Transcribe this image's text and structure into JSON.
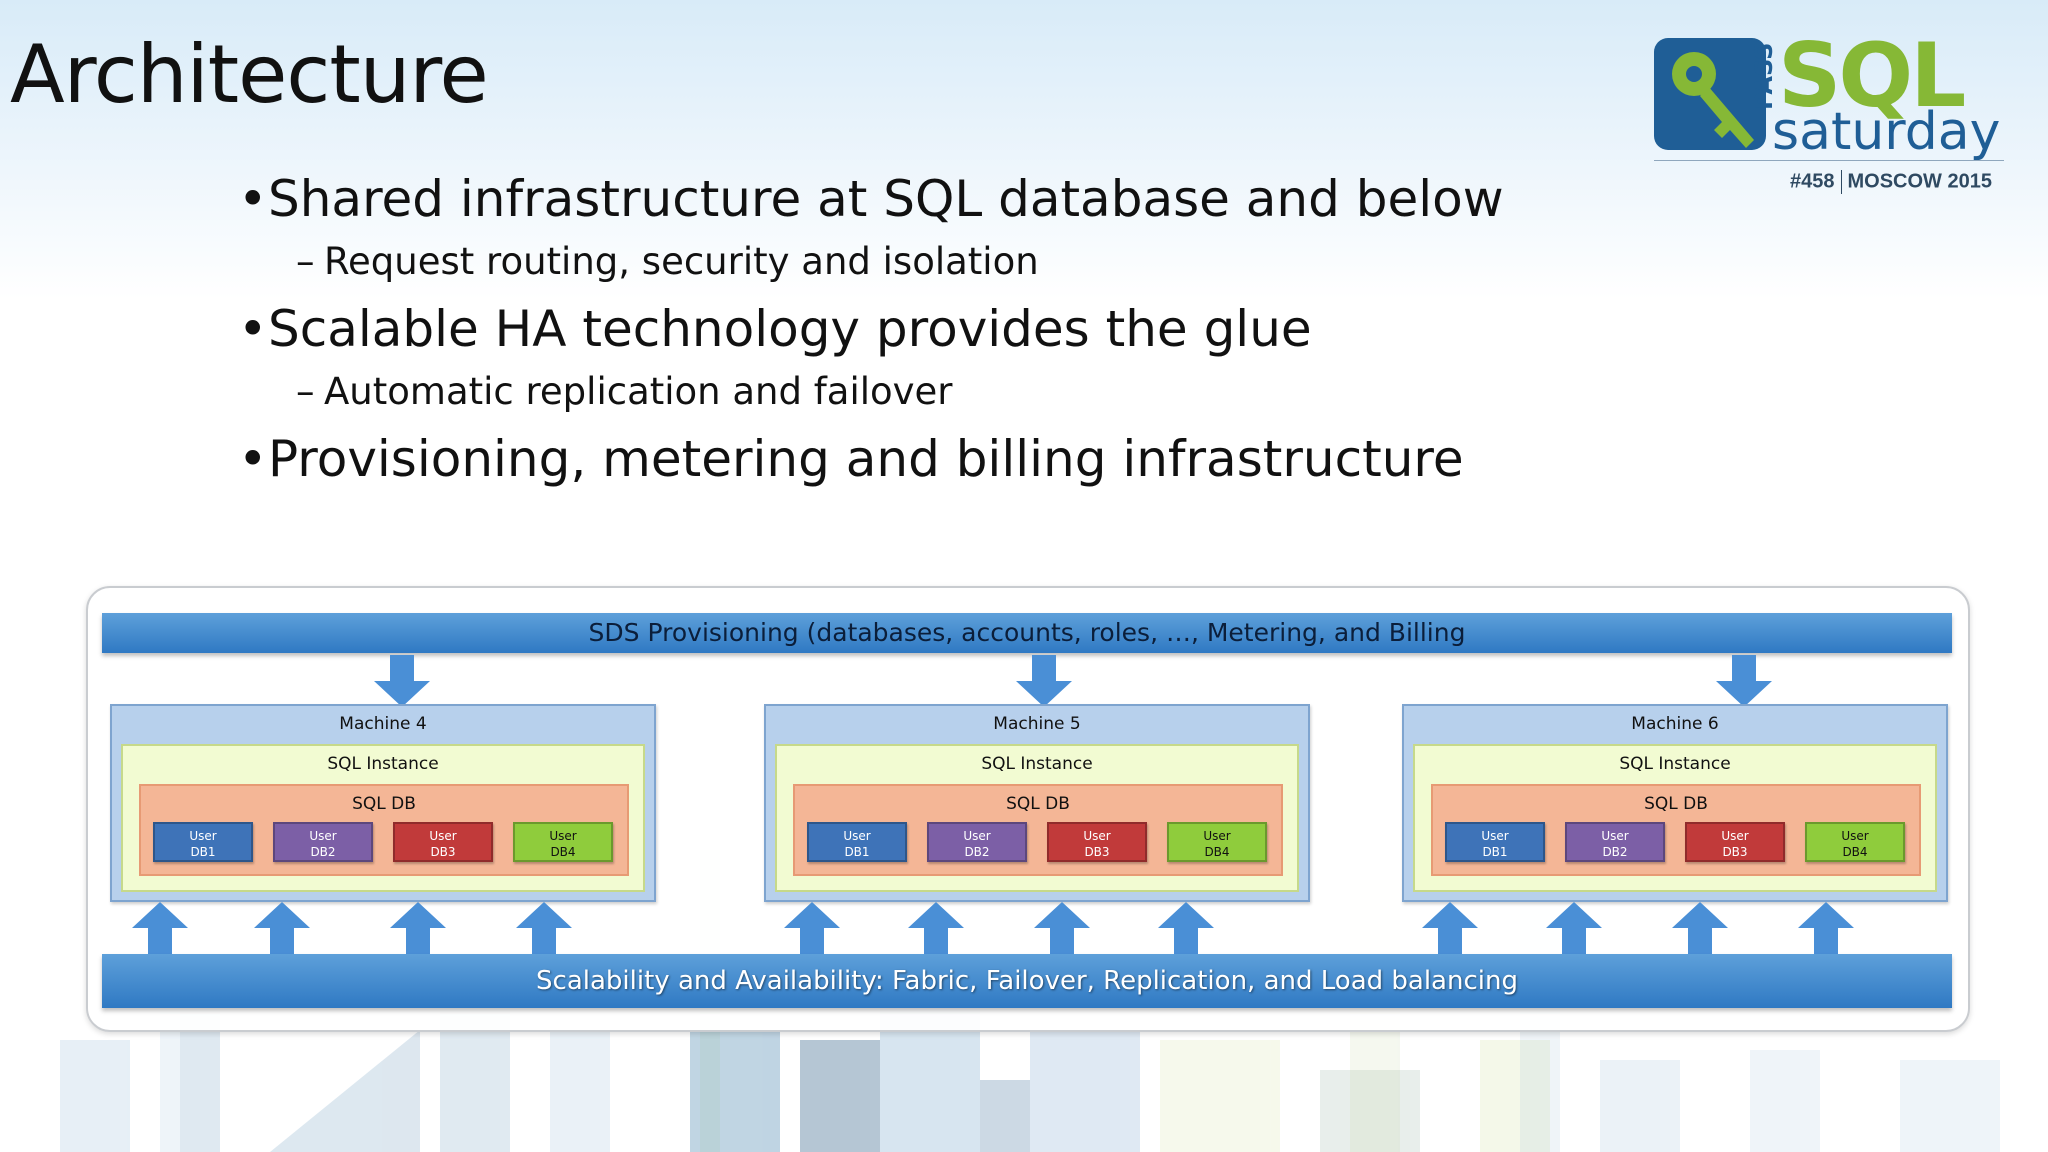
{
  "slide": {
    "title": "Architecture",
    "bullets": [
      {
        "text": "Shared infrastructure at SQL database and below",
        "sub": "Request routing, security and isolation"
      },
      {
        "text": "Scalable HA technology provides the glue",
        "sub": "Automatic replication and failover"
      },
      {
        "text": "Provisioning, metering and billing infrastructure",
        "sub": ""
      }
    ]
  },
  "logo": {
    "pass": "PASS",
    "sql": "SQL",
    "saturday": "saturday",
    "event_number": "#458",
    "event_place": "MOSCOW 2015"
  },
  "diagram": {
    "top_band": "SDS Provisioning (databases,  accounts,  roles, …, Metering, and Billing",
    "bottom_band": "Scalability and Availability: Fabric, Failover, Replication, and  Load balancing",
    "machines": [
      {
        "label": "Machine 4",
        "instance": "SQL Instance",
        "db": "SQL DB",
        "user_dbs": [
          [
            "User",
            "DB1"
          ],
          [
            "User",
            "DB2"
          ],
          [
            "User",
            "DB3"
          ],
          [
            "User",
            "DB4"
          ]
        ]
      },
      {
        "label": "Machine 5",
        "instance": "SQL Instance",
        "db": "SQL DB",
        "user_dbs": [
          [
            "User",
            "DB1"
          ],
          [
            "User",
            "DB2"
          ],
          [
            "User",
            "DB3"
          ],
          [
            "User",
            "DB4"
          ]
        ]
      },
      {
        "label": "Machine 6",
        "instance": "SQL Instance",
        "db": "SQL DB",
        "user_dbs": [
          [
            "User",
            "DB1"
          ],
          [
            "User",
            "DB2"
          ],
          [
            "User",
            "DB3"
          ],
          [
            "User",
            "DB4"
          ]
        ]
      }
    ],
    "colors": {
      "user_db1": "#3e73b8",
      "user_db2": "#7c5fa6",
      "user_db3": "#c13a3a",
      "user_db4": "#8fcc3c",
      "band": "#2f79c3"
    }
  }
}
